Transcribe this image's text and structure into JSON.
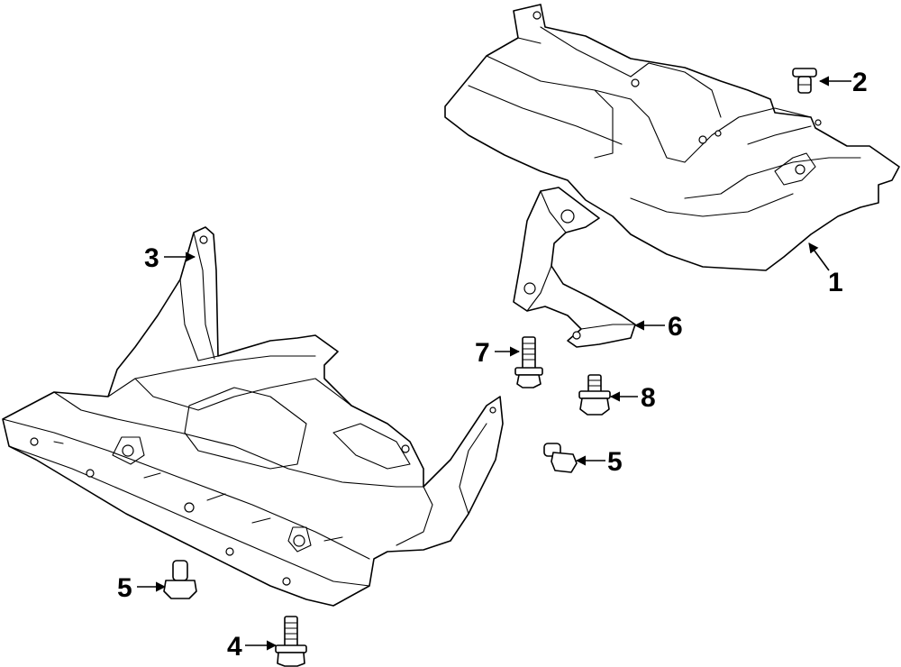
{
  "callouts": [
    {
      "id": "c1",
      "number": "1"
    },
    {
      "id": "c2",
      "number": "2"
    },
    {
      "id": "c3",
      "number": "3"
    },
    {
      "id": "c4",
      "number": "4"
    },
    {
      "id": "c5a",
      "number": "5"
    },
    {
      "id": "c5b",
      "number": "5"
    },
    {
      "id": "c6",
      "number": "6"
    },
    {
      "id": "c7",
      "number": "7"
    },
    {
      "id": "c8",
      "number": "8"
    }
  ]
}
